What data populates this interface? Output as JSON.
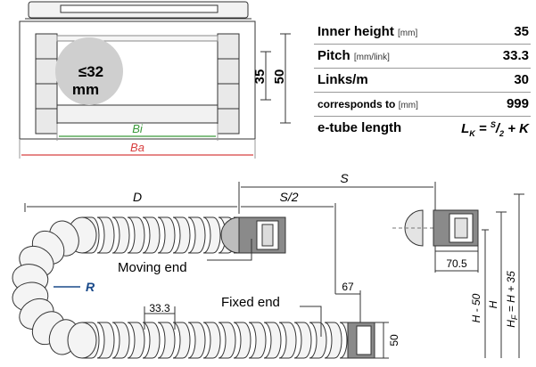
{
  "cross_section": {
    "radius_badge_line1": "≤32",
    "radius_badge_line2": "mm",
    "dim_inner": "35",
    "dim_outer": "50",
    "label_bi": "Bi",
    "label_ba": "Ba",
    "colors": {
      "bi": "#3a9a3a",
      "ba": "#d84040",
      "badge": "#cfcfcf"
    }
  },
  "specs": [
    {
      "label": "Inner height",
      "unit": "[mm]",
      "value": "35"
    },
    {
      "label": "Pitch",
      "unit": "[mm/link]",
      "value": "33.3"
    },
    {
      "label": "Links/m",
      "unit": "",
      "value": "30"
    },
    {
      "label": "corresponds to",
      "unit": "[mm]",
      "value": "999"
    }
  ],
  "length_row": {
    "label": "e-tube length",
    "formula": {
      "lhs": "L",
      "lhs_sub": "K",
      "eq": " = ",
      "s": "S",
      "div": "/",
      "two": "2",
      "rest": " + K"
    }
  },
  "side_view": {
    "label_d": "D",
    "label_s": "S",
    "label_s2": "S/2",
    "label_r": "R",
    "label_moving": "Moving end",
    "label_fixed": "Fixed end",
    "dim_pitch": "33.3",
    "dim_67": "67",
    "dim_50": "50",
    "dim_705": "70.5",
    "label_h50": "H - 50",
    "label_h": "H",
    "label_hf": "H",
    "label_hf_sub": "F",
    "label_hf_rest": " = H + 35",
    "colors": {
      "radius": "#1a4a8a"
    }
  }
}
